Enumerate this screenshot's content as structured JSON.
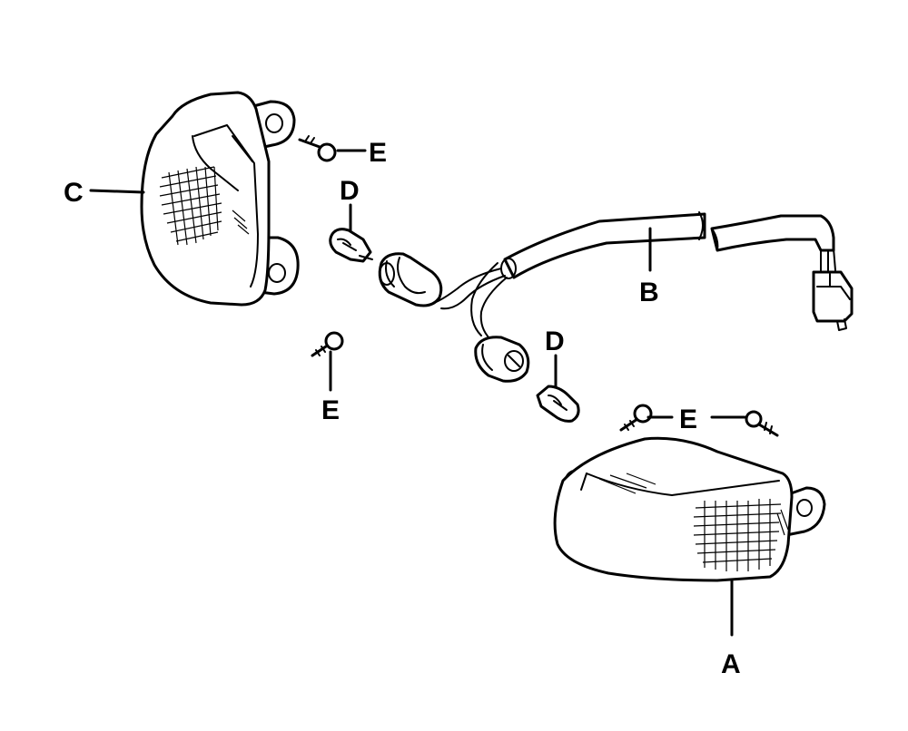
{
  "labels": {
    "a": "A",
    "b": "B",
    "c": "C",
    "d_top": "D",
    "d_mid": "D",
    "e_top": "E",
    "e_left": "E",
    "e_right": "E"
  },
  "colors": {
    "ink": "#000000",
    "paper": "#ffffff"
  }
}
